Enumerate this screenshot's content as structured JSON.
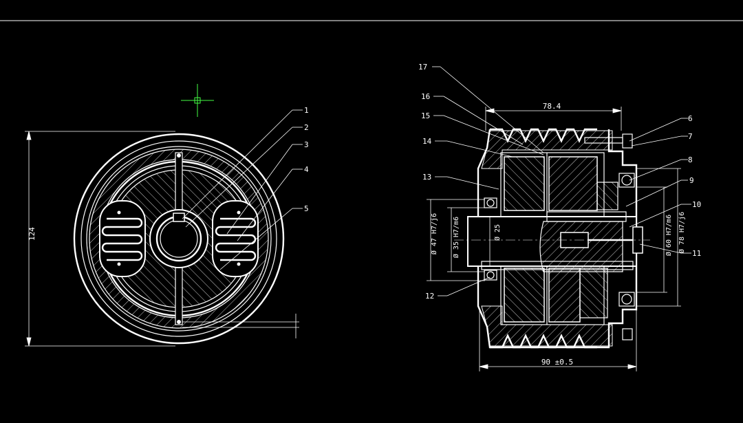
{
  "cursor": {
    "icon": "crosshair-cursor-icon",
    "color": "#44ff44"
  },
  "front_view": {
    "dimension_height": "124",
    "balloons": [
      "1",
      "2",
      "3",
      "4",
      "5"
    ]
  },
  "section_view": {
    "dimension_top": "78.4",
    "dimension_bottom": "90 ±0.5",
    "dimension_shaft_47": "Ø 47 H7/j6",
    "dimension_shaft_35": "Ø 35 H7/m6",
    "dimension_shaft_25": "Ø 25",
    "dimension_bore_60": "Ø 60 H7/m6",
    "dimension_bore_78": "Ø 78 H7/j6",
    "balloons_left": [
      "17",
      "16",
      "15",
      "14",
      "13",
      "12"
    ],
    "balloons_right": [
      "6",
      "7",
      "8",
      "9",
      "10",
      "11"
    ]
  }
}
